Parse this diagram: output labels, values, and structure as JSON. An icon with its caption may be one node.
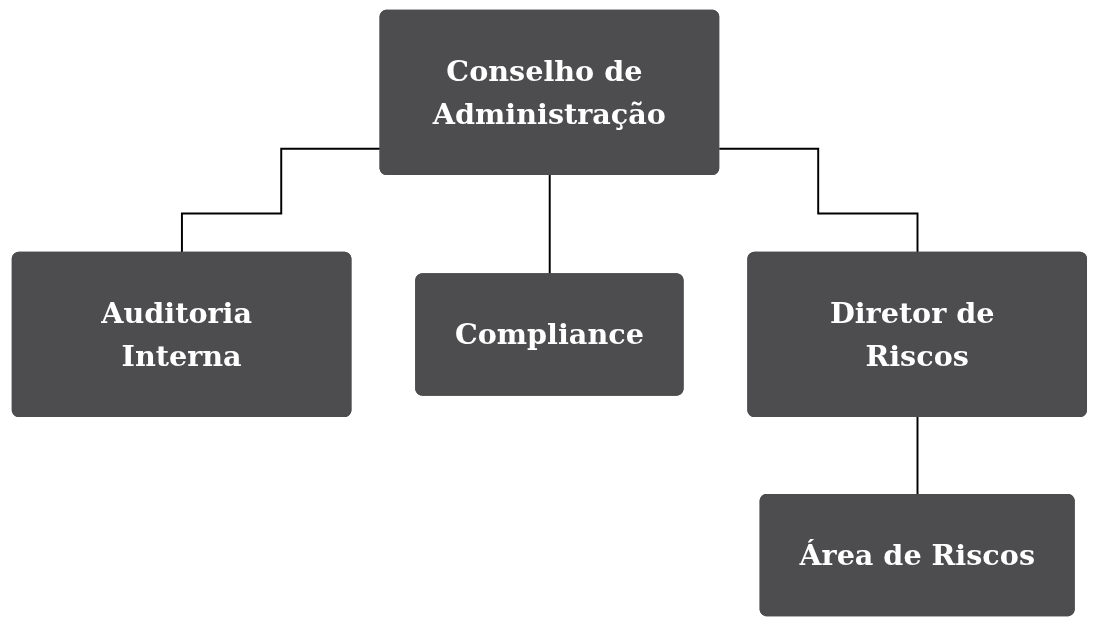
{
  "diagram": {
    "nodes": [
      {
        "text": [
          "Conselho de Administração"
        ]
      },
      {
        "text": [
          "Auditoria Interna"
        ]
      },
      {
        "text": [
          "Compliance"
        ]
      },
      {
        "text": [
          "Diretor de Riscos"
        ]
      },
      {
        "text": [
          "Área de Riscos"
        ]
      }
    ],
    "edges": [
      {
        "from": 0,
        "to": 1,
        "arrow": "none"
      },
      {
        "from": 0,
        "to": 2,
        "arrow": "none"
      },
      {
        "from": 0,
        "to": 3,
        "arrow": "none"
      },
      {
        "from": 3,
        "to": 4,
        "arrow": "none"
      }
    ]
  }
}
